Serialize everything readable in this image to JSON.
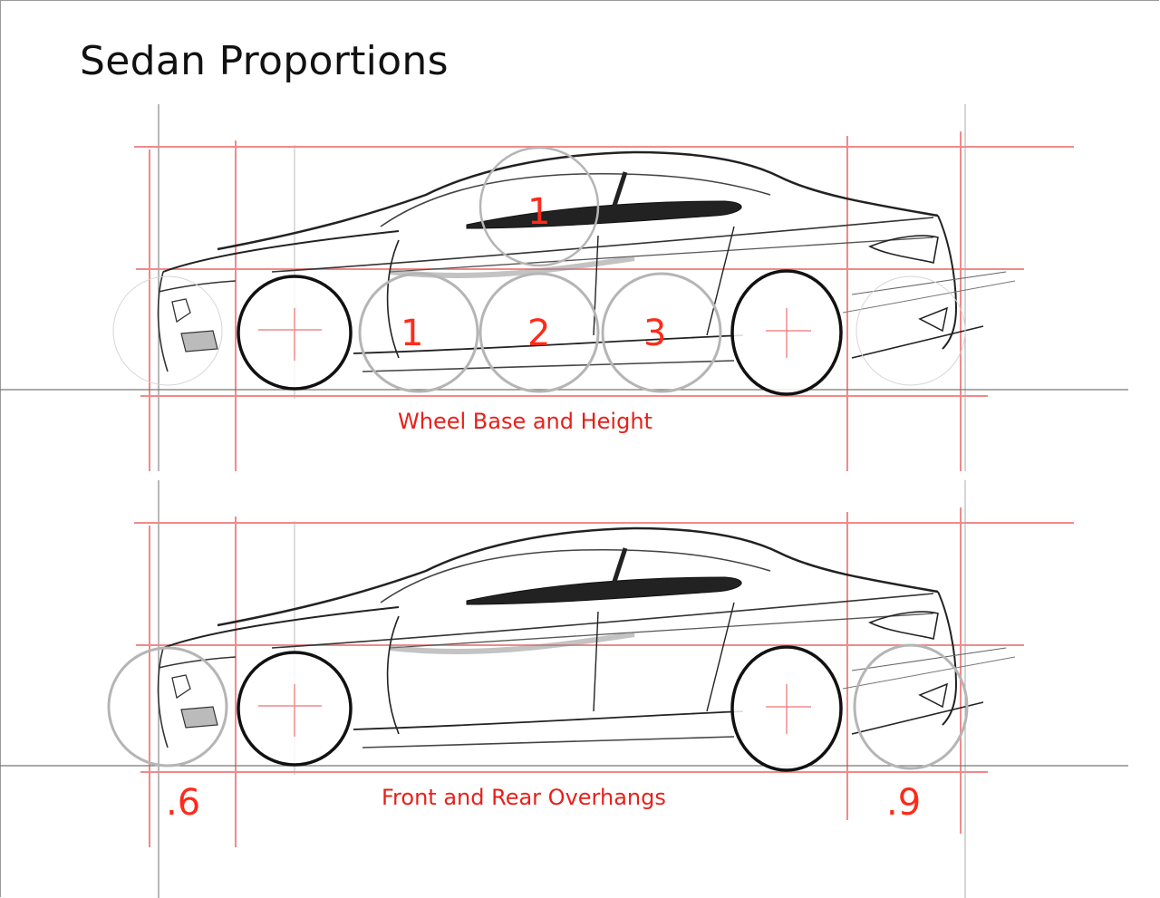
{
  "title": "Sedan Proportions",
  "colors": {
    "guide_red": "#f08a8a",
    "label_red": "#ff2a1a",
    "sketch_dark": "#111111",
    "construction_gray": "#b5b5b5"
  },
  "panels": [
    {
      "id": "wheelbase",
      "caption": "Wheel Base and Height",
      "labels": {
        "height_unit": "1",
        "wheelbase_units": [
          "1",
          "2",
          "3"
        ]
      }
    },
    {
      "id": "overhangs",
      "caption": "Front and Rear Overhangs",
      "labels": {
        "front_overhang": ".6",
        "rear_overhang": ".9"
      }
    }
  ]
}
